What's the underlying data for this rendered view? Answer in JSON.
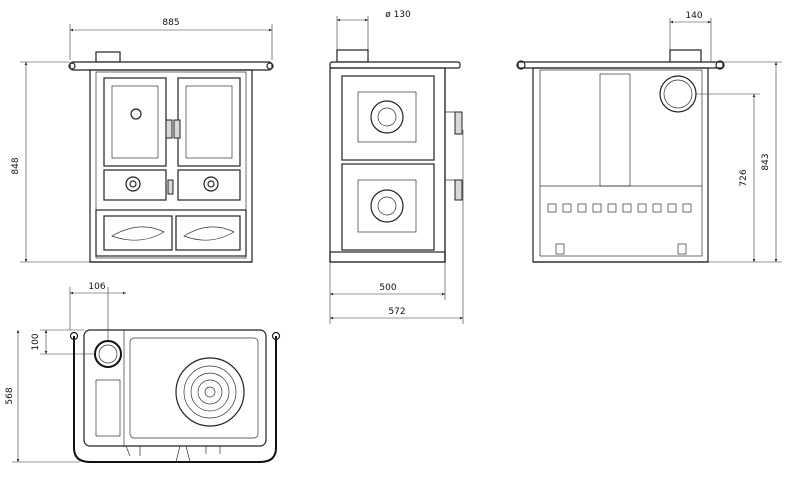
{
  "dimensions": {
    "front_width": "885",
    "front_height": "848",
    "flue_diameter": "ø 130",
    "side_depth": "500",
    "side_total_depth": "572",
    "back_flue_offset": "140",
    "back_height_total": "843",
    "back_flue_height": "726",
    "top_flue_offset_x": "106",
    "top_flue_offset_y": "100",
    "top_depth": "568"
  },
  "colors": {
    "line": "#222222",
    "background": "#ffffff"
  }
}
